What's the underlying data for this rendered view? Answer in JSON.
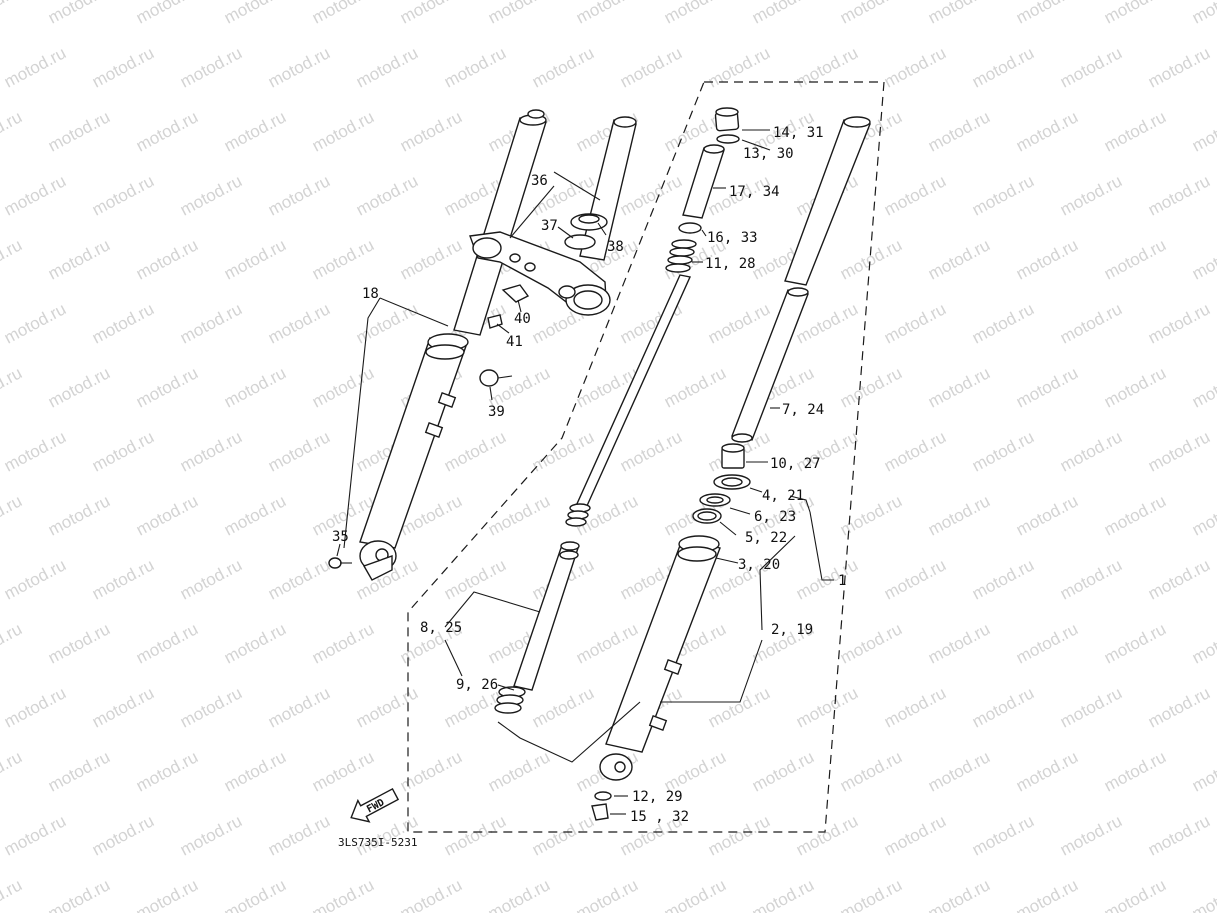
{
  "watermark": {
    "text": "motod.ru",
    "color": "#d3d3d3"
  },
  "diagram_code": "3LS735I-5231",
  "fwd_label": "FWD",
  "callouts": {
    "c1": "1",
    "c18": "18",
    "c35": "35",
    "c36": "36",
    "c37": "37",
    "c38": "38",
    "c39": "39",
    "c40": "40",
    "c41": "41",
    "c14_31": "14, 31",
    "c13_30": "13, 30",
    "c17_34": "17, 34",
    "c16_33": "16, 33",
    "c11_28": "11, 28",
    "c7_24": "7, 24",
    "c10_27": "10, 27",
    "c4_21": "4, 21",
    "c6_23": "6, 23",
    "c5_22": "5, 22",
    "c3_20": "3, 20",
    "c8_25": "8, 25",
    "c2_19": "2, 19",
    "c9_26": "9, 26",
    "c12_29": "12, 29",
    "c15_32": "15 , 32"
  },
  "colors": {
    "line": "#1a1a1a",
    "background": "#ffffff"
  }
}
